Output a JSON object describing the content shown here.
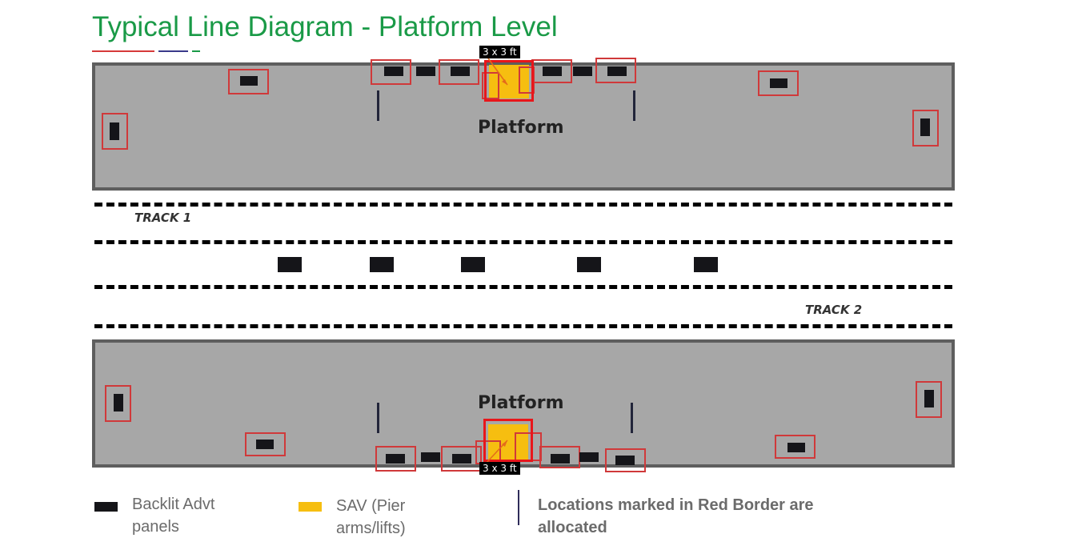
{
  "title": "Typical Line Diagram - Platform Level",
  "colors": {
    "title": "#1a9a47",
    "platform_fill": "#a7a7a7",
    "platform_border": "#5e5e5e",
    "panel": "#151519",
    "red_border": "#d0393a",
    "sav": "#f6be10"
  },
  "platform_top": {
    "label": "Platform",
    "sav_size": "3 x 3 ft"
  },
  "platform_bottom": {
    "label": "Platform",
    "sav_size": "3 x 3 ft"
  },
  "tracks": {
    "track1": "TRACK 1",
    "track2": "TRACK 2"
  },
  "legend": {
    "backlit_line1": "Backlit Advt",
    "backlit_line2": "panels",
    "sav_line1": "SAV (Pier",
    "sav_line2": "arms/lifts)",
    "note_line1": "Locations marked in Red Border are",
    "note_line2": "allocated"
  }
}
